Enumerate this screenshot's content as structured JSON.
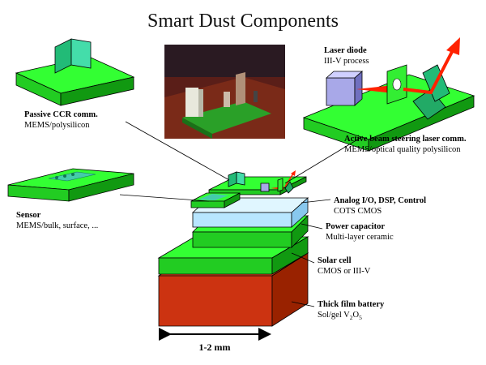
{
  "title": "Smart Dust Components",
  "labels": {
    "ccr": {
      "name": "Passive CCR comm.",
      "detail": "MEMS/polysilicon"
    },
    "laser_diode": {
      "name": "Laser diode",
      "detail": "III-V process"
    },
    "active_beam": {
      "name": "Active beam steering laser comm.",
      "detail": "MEMS/optical quality polysilicon"
    },
    "sensor": {
      "name": "Sensor",
      "detail": "MEMS/bulk, surface, ..."
    },
    "analog": {
      "name": "Analog I/O, DSP, Control",
      "detail": "COTS CMOS"
    },
    "power_cap": {
      "name": "Power capacitor",
      "detail": "Multi-layer ceramic"
    },
    "solar": {
      "name": "Solar cell",
      "detail": "CMOS or III-V"
    },
    "battery": {
      "name": "Thick film battery",
      "detail": "Sol/gel V",
      "sub1": "2",
      "mid": "O",
      "sub2": "5"
    }
  },
  "dimension": "1-2 mm",
  "colors": {
    "green": "#33ff33",
    "blue": "#c8eeff",
    "brick": "#cc3311",
    "laser": "#ff2200"
  }
}
